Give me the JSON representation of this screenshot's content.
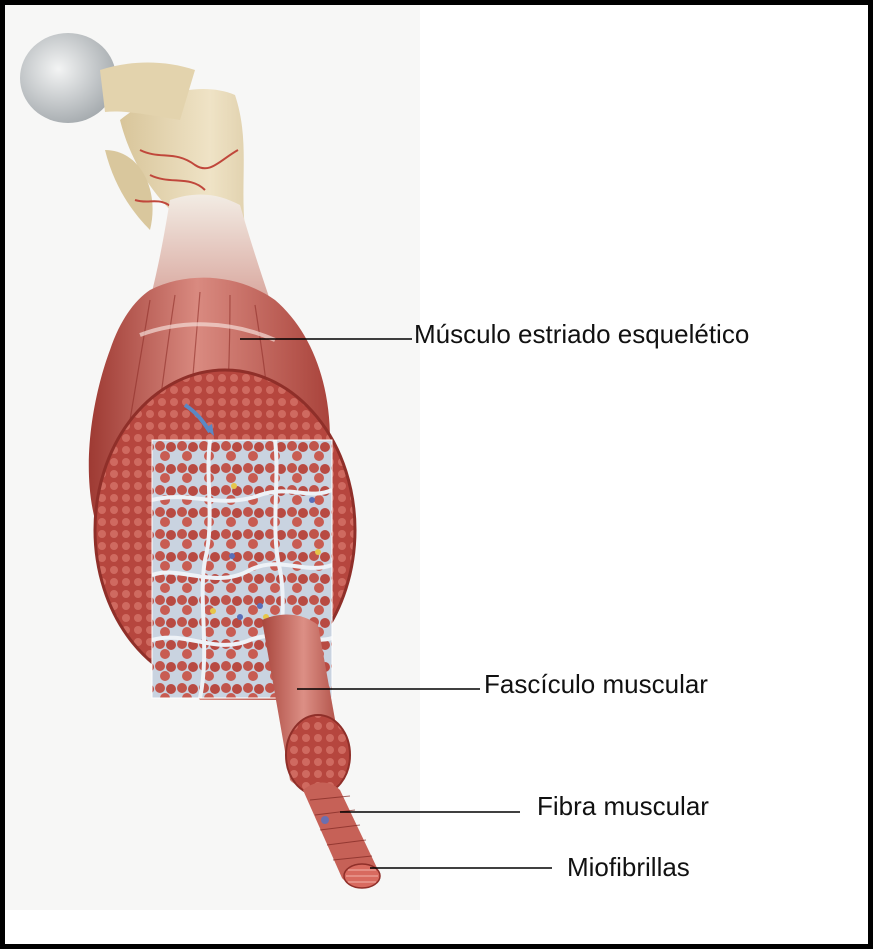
{
  "labels": {
    "musculo": "Músculo estriado esquelético",
    "fasciculo": "Fascículo muscular",
    "fibra": "Fibra muscular",
    "miofibrillas": "Miofibrillas"
  },
  "colors": {
    "muscle_red": "#b8443c",
    "muscle_light": "#d9837a",
    "bone": "#e7d9b8",
    "cartilage": "#cfd3d6",
    "connective_tissue": "#c9d3e0",
    "leader_line": "#000000"
  }
}
